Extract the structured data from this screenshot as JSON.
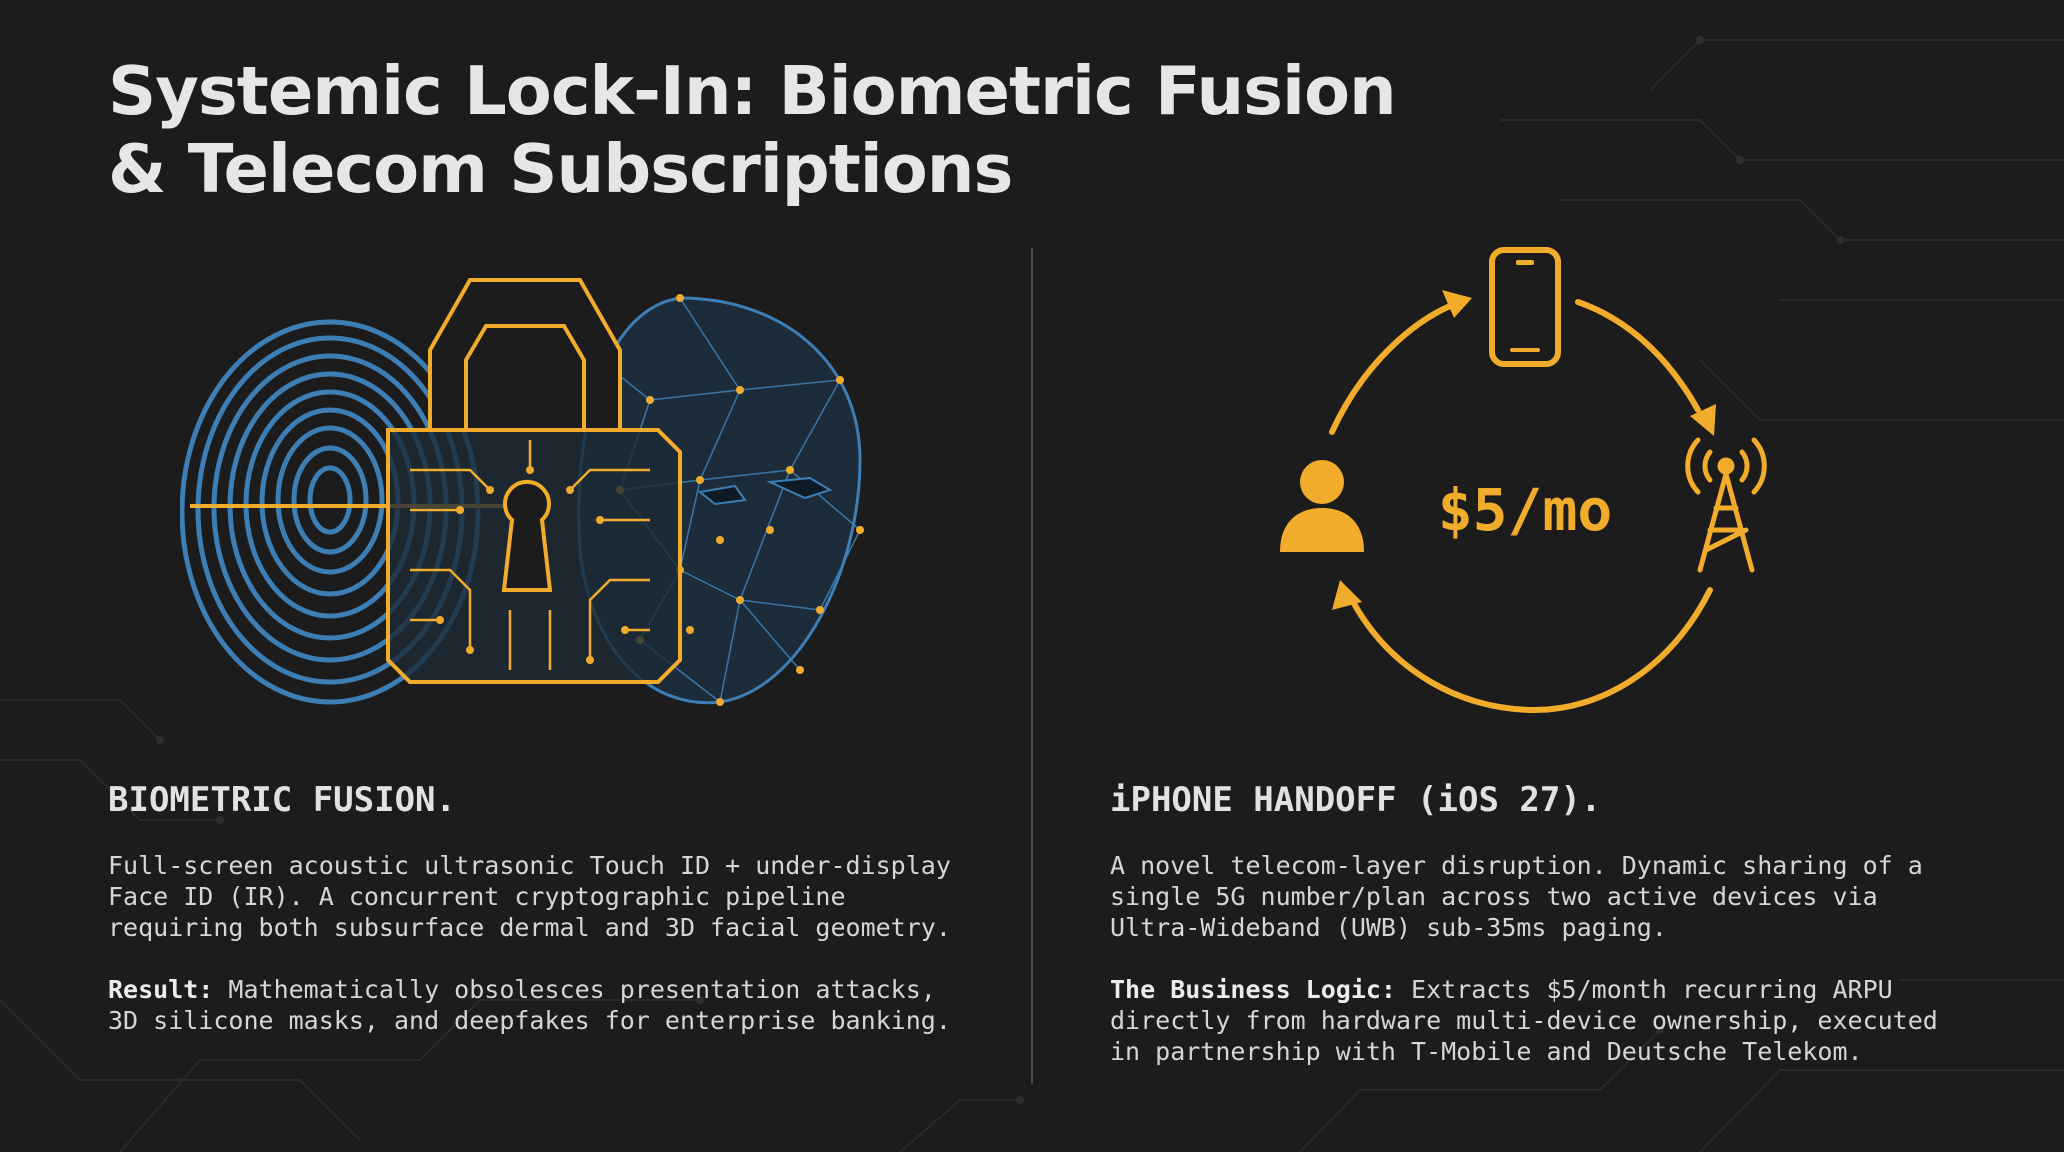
{
  "title": {
    "line1": "Systemic Lock-In: Biometric Fusion",
    "line2": "& Telecom Subscriptions"
  },
  "colors": {
    "background": "#1c1c1c",
    "accent_gold": "#f2ac2c",
    "accent_blue": "#3d7fb5",
    "text": "#e2e2e2"
  },
  "left_panel": {
    "illustration_icons": [
      "fingerprint-icon",
      "padlock-icon",
      "face-mesh-icon"
    ],
    "heading": "BIOMETRIC FUSION.",
    "body": "Full-screen acoustic ultrasonic Touch ID + under-display\nFace ID (IR). A concurrent cryptographic pipeline\nrequiring both subsurface dermal and 3D facial geometry.",
    "result_label": "Result:",
    "result_text": " Mathematically obsolesces presentation attacks,\n3D silicone masks, and deepfakes for enterprise banking."
  },
  "right_panel": {
    "illustration_icons": [
      "smartphone-icon",
      "cell-tower-icon",
      "user-icon",
      "cycle-arrows-icon"
    ],
    "price_label": "$5/mo",
    "heading": "iPHONE HANDOFF (iOS 27).",
    "body": "A novel telecom-layer disruption. Dynamic sharing of a\nsingle 5G number/plan across two active devices via\nUltra-Wideband (UWB) sub-35ms paging.",
    "logic_label": "The Business Logic:",
    "logic_text": " Extracts $5/month recurring ARPU\ndirectly from hardware multi-device ownership, executed\nin partnership with T-Mobile and Deutsche Telekom."
  }
}
